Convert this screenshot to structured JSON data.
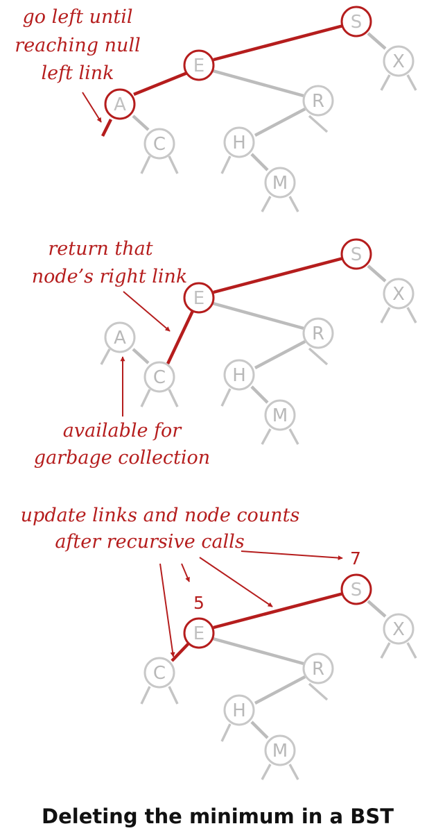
{
  "caption": "Deleting the minimum in a BST",
  "colors": {
    "highlight": "#b51d1d",
    "node_stroke": "#c8c8c8",
    "link": "#bcbcbc"
  },
  "panels": [
    {
      "nodes": {
        "S": "S",
        "X": "X",
        "E": "E",
        "R": "R",
        "A": "A",
        "C": "C",
        "H": "H",
        "M": "M"
      },
      "annotations": [
        "go left until",
        "reaching null",
        "left link"
      ]
    },
    {
      "nodes": {
        "S": "S",
        "X": "X",
        "E": "E",
        "R": "R",
        "A": "A",
        "C": "C",
        "H": "H",
        "M": "M"
      },
      "annotations": [
        "return that",
        "node’s right link",
        "available for",
        "garbage collection"
      ]
    },
    {
      "nodes": {
        "S": "S",
        "X": "X",
        "E": "E",
        "R": "R",
        "C": "C",
        "H": "H",
        "M": "M"
      },
      "annotations": [
        "update links and node counts",
        "after recursive calls"
      ],
      "counts": {
        "S": "7",
        "E": "5"
      }
    }
  ]
}
